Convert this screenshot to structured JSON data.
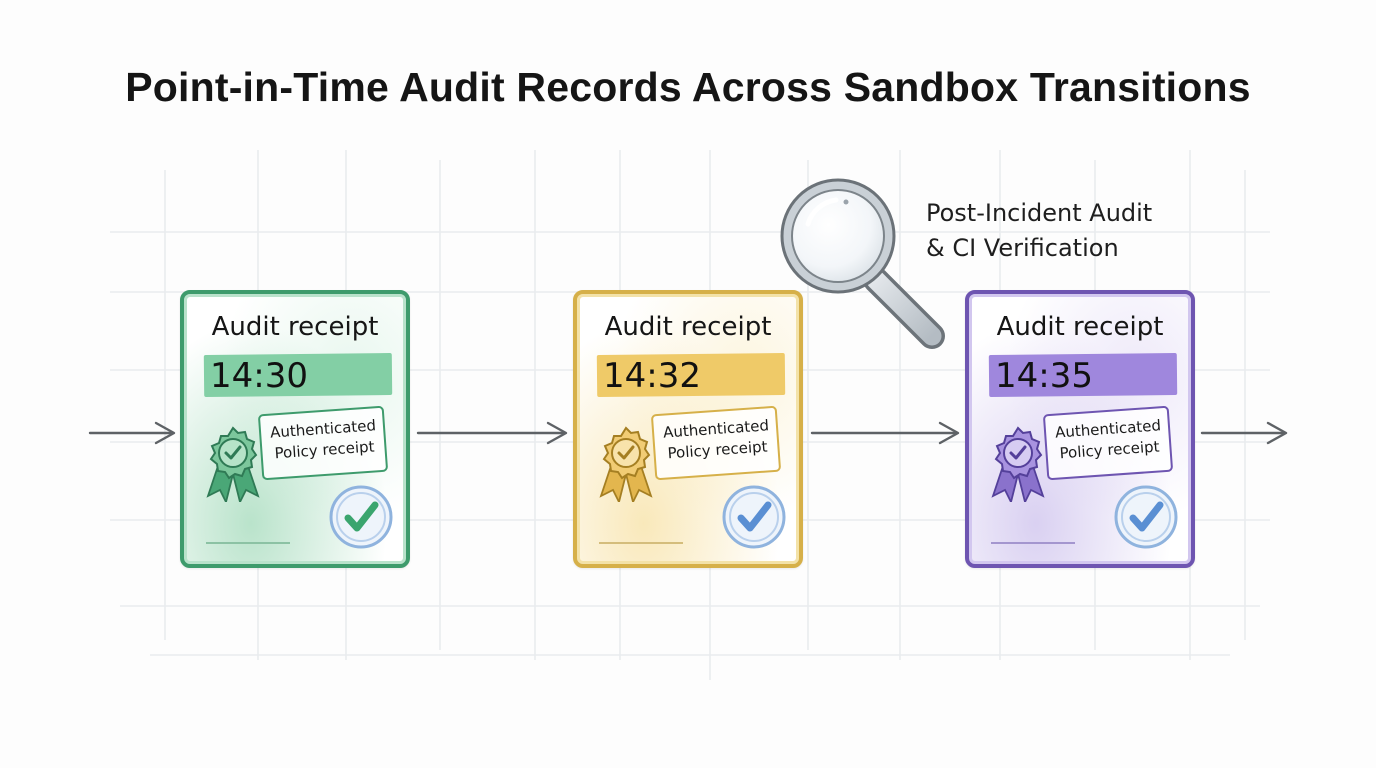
{
  "title": "Point-in-Time Audit Records Across Sandbox Transitions",
  "annotation": {
    "line1": "Post-Incident Audit",
    "line2": "& CI Verification"
  },
  "receipts": [
    {
      "title": "Audit receipt",
      "time": "14:30",
      "label_line1": "Authenticated",
      "label_line2": "Policy receipt",
      "color": "#3e9b6c"
    },
    {
      "title": "Audit receipt",
      "time": "14:32",
      "label_line1": "Authenticated",
      "label_line2": "Policy receipt",
      "color": "#d6b049"
    },
    {
      "title": "Audit receipt",
      "time": "14:35",
      "label_line1": "Authenticated",
      "label_line2": "Policy receipt",
      "color": "#6e55b1"
    }
  ],
  "icons": {
    "magnifier": "magnifying-glass-icon",
    "seal": "award-ribbon-seal-icon",
    "stamp": "check-circle-icon",
    "arrow": "right-arrow-icon"
  },
  "colors": {
    "stamp_green": "#3aa56e",
    "stamp_blue": "#5a8fd3",
    "stamp_ring": "#9bbde6",
    "arrow": "#5e6266"
  }
}
